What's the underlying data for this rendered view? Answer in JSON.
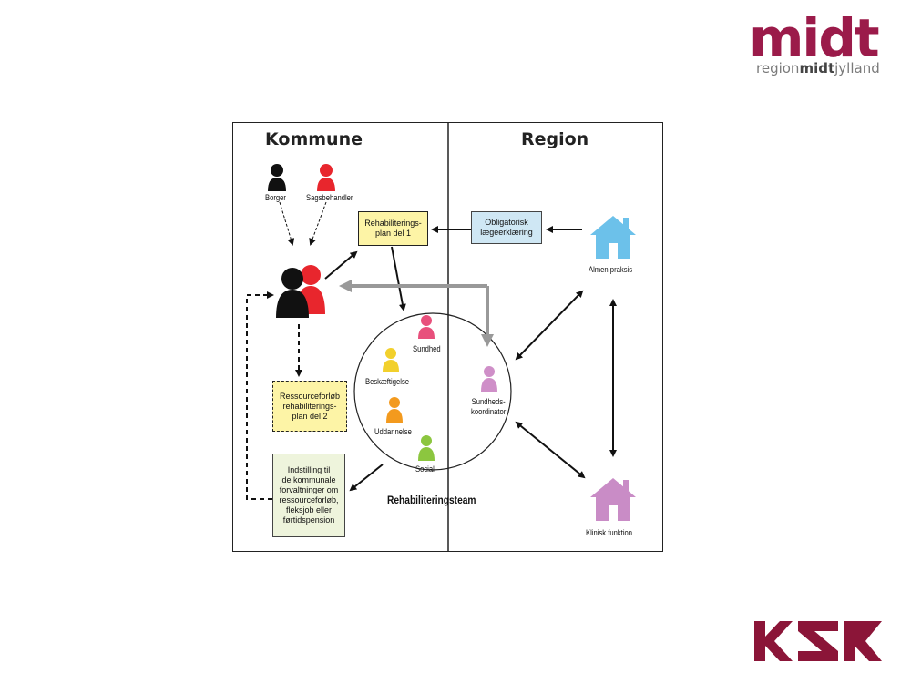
{
  "logos": {
    "midt_word": "midt",
    "midt_sub_region": "region",
    "midt_sub_bold": "midt",
    "midt_sub_tail": "jylland",
    "midt_color": "#9b1b4a",
    "ksr_color": "#8b1538"
  },
  "diagram": {
    "left_title": "Kommune",
    "right_title": "Region",
    "persons": {
      "borger": "Borger",
      "sagsbehandler": "Sagsbehandler"
    },
    "boxes": {
      "rehab_plan_1": "Rehabiliterings-\nplan del 1",
      "obligatorisk": "Obligatorisk\nlægeerklæring",
      "ressourceforloeb": "Ressourceforløb\nrehabiliterings-\nplan del 2",
      "indstilling": "Indstilling til\nde kommunale\nforvaltninger om\nressourceforløb,\nfleksjob eller\nførtidspension"
    },
    "team": {
      "title": "Rehabiliteringsteam",
      "sundhed": "Sundhed",
      "beskaeftigelse": "Beskæftigelse",
      "uddannelse": "Uddannelse",
      "social": "Social",
      "koordinator": "Sundheds-\nkoordinator"
    },
    "houses": {
      "almen": "Almen praksis",
      "klinisk": "Klinisk funktion"
    },
    "colors": {
      "black_person": "#111111",
      "red_person": "#e8262d",
      "sundhed": "#e8507c",
      "beskaeftigelse": "#f2d02c",
      "uddannelse": "#f39a1e",
      "social": "#8cc63f",
      "koordinator": "#cf8fc8",
      "almen_house": "#6cc1ea",
      "klinisk_house": "#c98cc6",
      "gray_arrow": "#999999"
    }
  }
}
